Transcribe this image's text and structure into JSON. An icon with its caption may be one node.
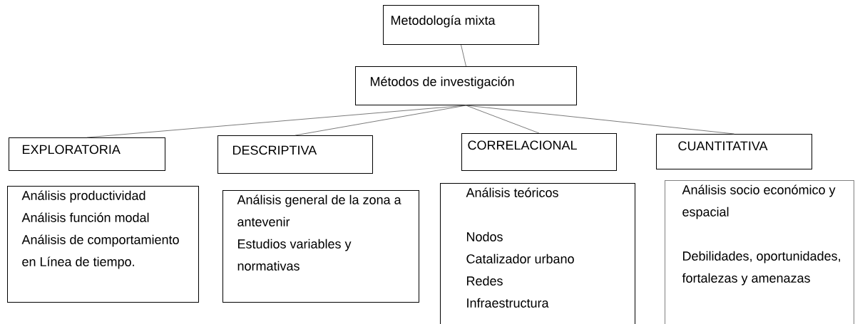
{
  "diagram": {
    "nodes": [
      {
        "text": [
          "Metodología mixta"
        ]
      },
      {
        "text": [
          "Métodos de investigación"
        ]
      },
      {
        "text": [
          "EXPLORATORIA"
        ]
      },
      {
        "text": [
          "DESCRIPTIVA"
        ]
      },
      {
        "text": [
          "CORRELACIONAL"
        ]
      },
      {
        "text": [
          "CUANTITATIVA"
        ]
      },
      {
        "text": [
          "Análisis productividad",
          "Análisis función modal",
          "Análisis de comportamiento en Línea de tiempo."
        ]
      },
      {
        "text": [
          "Análisis general de la zona a antevenir",
          "Estudios variables y normativas"
        ]
      },
      {
        "text": [
          "Análisis teóricos",
          "Nodos",
          "Catalizador urbano",
          "Redes",
          "Infraestructura"
        ]
      },
      {
        "text": [
          "Análisis socio económico y espacial",
          "Debilidades, oportunidades, fortalezas y amenazas"
        ]
      }
    ],
    "edges": [
      {
        "from": 0,
        "to": 1,
        "arrow": "none"
      },
      {
        "from": 1,
        "to": 2,
        "arrow": "none"
      },
      {
        "from": 1,
        "to": 3,
        "arrow": "none"
      },
      {
        "from": 1,
        "to": 4,
        "arrow": "none"
      },
      {
        "from": 1,
        "to": 5,
        "arrow": "none"
      }
    ]
  }
}
